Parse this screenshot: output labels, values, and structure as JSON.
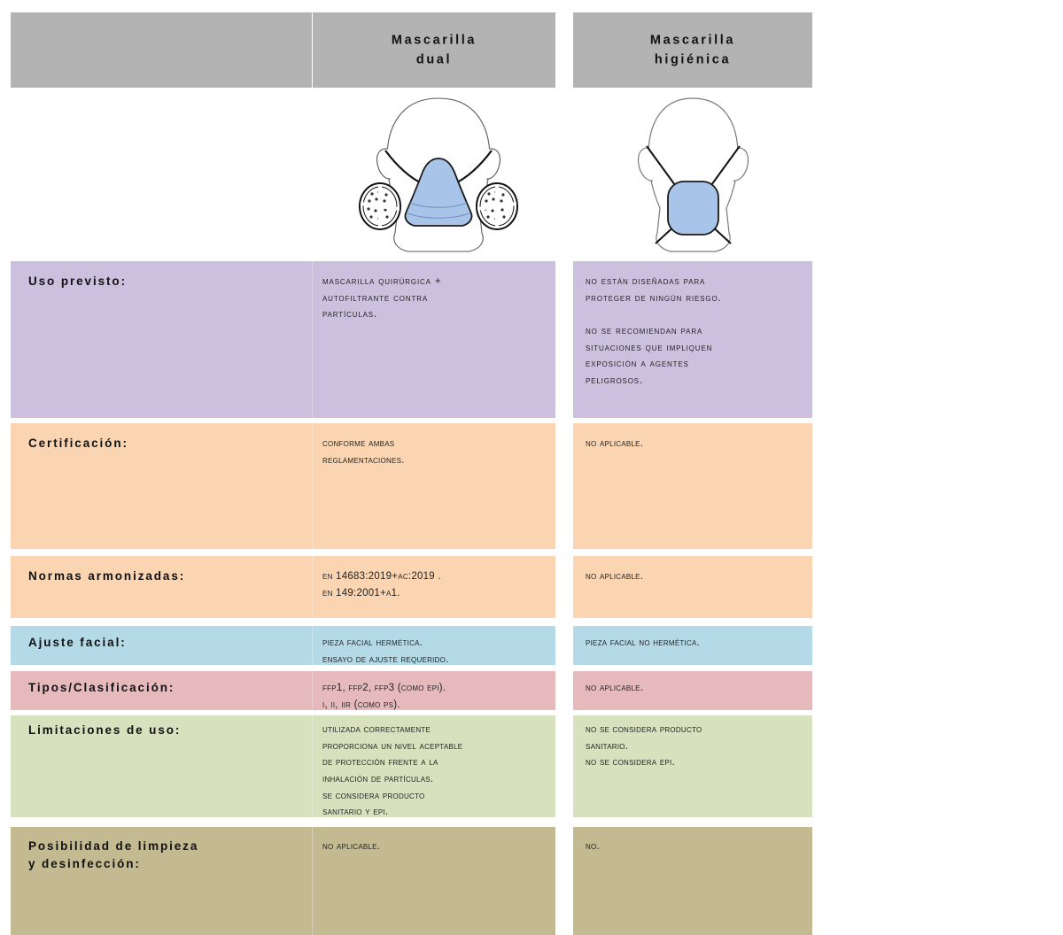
{
  "header": {
    "col_spacer_label": "",
    "col_dual_label": "Mascarilla\ndual",
    "col_hygienic_label": "Mascarilla\nhigiénica"
  },
  "illustrations": {
    "dual_mask": "dual-respirator-mask-illustration",
    "hygienic_mask": "hygienic-mask-illustration"
  },
  "colors": {
    "header_gray": "#b3b3b3",
    "row_lavender": "#cbc1de",
    "row_peach": "#fbd5b2",
    "row_blue": "#b4dae8",
    "row_pink": "#e6b9bd",
    "row_green": "#d7e1bd",
    "row_tan": "#c4ba92",
    "mask_fill": "#a8c4e8",
    "outline": "#1a1a1a"
  },
  "rows": [
    {
      "label": "Uso previsto:",
      "dual": "Mascarilla quirúrgica +\nautofiltrante contra\npartículas.",
      "hygienic": "No están diseñadas para\nproteger de ningún riesgo.\n\nNo se recomiendan para\nsituaciones que impliquen\nexposición a agentes\npeligrosos."
    },
    {
      "label": "Certificación:",
      "dual": "Conforme ambas\nreglamentaciones.",
      "hygienic": "No aplicable."
    },
    {
      "label": "Normas armonizadas:",
      "dual": "EN 14683:2019+AC:2019 .\nEN 149:2001+A1.",
      "hygienic": "No aplicable."
    },
    {
      "label": "Ajuste facial:",
      "dual": "Pieza facial hermética.\nEnsayo de ajuste requerido.",
      "hygienic": "Pieza facial no hermética."
    },
    {
      "label": "Tipos/Clasificación:",
      "dual": "FFP1, FFP2, FFP3 (como EPI).\nI, II, IIR (como PS).",
      "hygienic": "No aplicable."
    },
    {
      "label": "Limitaciones de uso:",
      "dual": "Utilizada correctamente\nproporciona un nivel aceptable\nde protección frente a la\ninhalación de partículas.\nSe considera producto\nsanitario y EPI.",
      "hygienic": "No se considera producto\nsanitario.\nNo se considera EPI."
    },
    {
      "label": "Posibilidad de limpieza\ny desinfección:",
      "dual": "No aplicable.",
      "hygienic": "No."
    }
  ]
}
